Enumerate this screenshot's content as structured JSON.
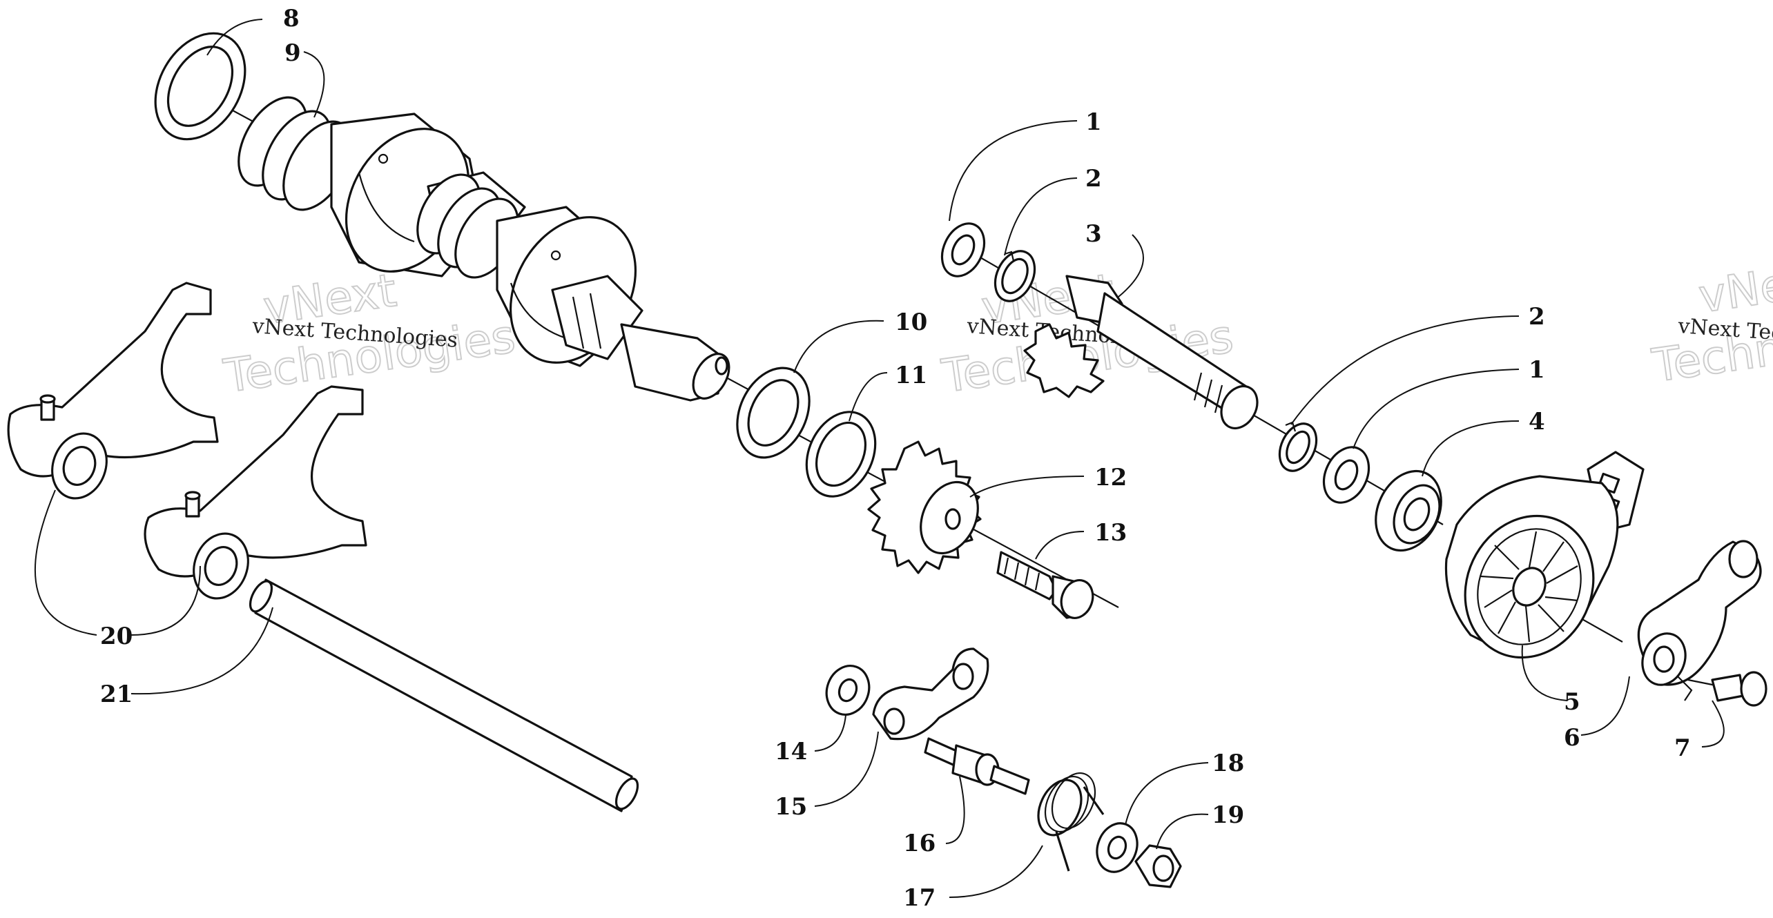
{
  "watermark": {
    "line_small": "vNext Technologies",
    "line_top": "vNext",
    "line_bottom": "Technologies"
  },
  "callouts": {
    "c1a": "1",
    "c2a": "2",
    "c3": "3",
    "c2b": "2",
    "c1b": "1",
    "c4": "4",
    "c5": "5",
    "c6": "6",
    "c7": "7",
    "c8": "8",
    "c9": "9",
    "c10": "10",
    "c11": "11",
    "c12": "12",
    "c13": "13",
    "c14": "14",
    "c15": "15",
    "c16": "16",
    "c17": "17",
    "c18": "18",
    "c19": "19",
    "c20": "20",
    "c21": "21"
  }
}
